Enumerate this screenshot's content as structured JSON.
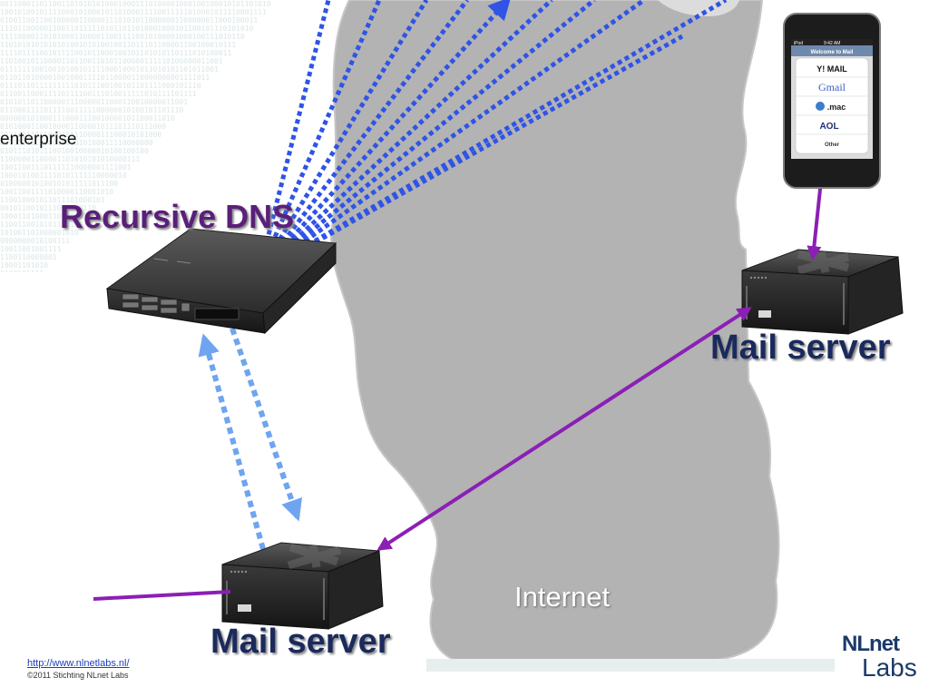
{
  "labels": {
    "enterprise": "enterprise",
    "recursive_dns": "Recursive DNS",
    "mail_server_remote": "Mail server",
    "mail_server_local": "Mail server",
    "internet": "Internet"
  },
  "phone": {
    "status_left": "iPod",
    "status_time": "9:42 AM",
    "title": "Welcome to Mail",
    "options": [
      "Y! MAIL",
      "Gmail",
      ".mac",
      "AOL",
      "Other"
    ]
  },
  "footer": {
    "url": "http://www.nlnetlabs.nl/",
    "copyright": "©2011 Stichting NLnet Labs"
  },
  "logo": {
    "line1": "NLnet",
    "line2": "Labs"
  },
  "colors": {
    "dns_query": "#2f54e6",
    "dns_local": "#6fa4f0",
    "smtp": "#8b1fb5",
    "internet_cloud": "#b3b3b3",
    "server": "#2a2a2a"
  }
}
